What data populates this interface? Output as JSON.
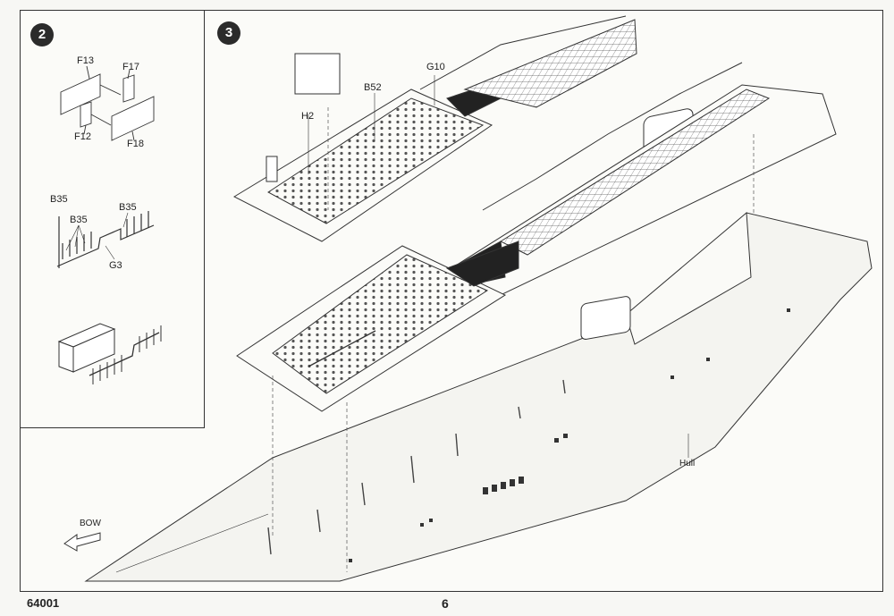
{
  "steps": {
    "step2": "2",
    "step3": "3"
  },
  "step2_labels": {
    "f13": "F13",
    "f17": "F17",
    "f12": "F12",
    "f18": "F18",
    "b35_a": "B35",
    "b35_b": "B35",
    "b35_c": "B35",
    "g3": "G3"
  },
  "step3_labels": {
    "g10": "G10",
    "b52": "B52",
    "h2": "H2",
    "hull": "Hull",
    "bow": "BOW"
  },
  "footer": {
    "code": "64001",
    "page": "6"
  }
}
